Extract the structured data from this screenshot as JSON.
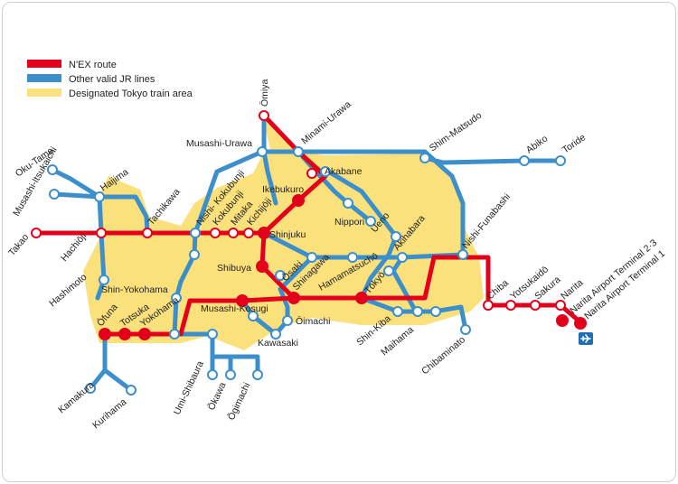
{
  "legend": {
    "nex": "N'EX route",
    "other": "Other valid JR lines",
    "area": "Designated Tokyo train area"
  },
  "colors": {
    "nex": "#e3001b",
    "other": "#3d8fcb",
    "area": "#fbe17c",
    "station_fill": "#ffffff",
    "text": "#222222",
    "airport": "#1f6fb5"
  },
  "icons": {
    "airport": "airplane-icon"
  },
  "stations": {
    "omiya": "Ōmiya",
    "minami_urawa": "Minami-Urawa",
    "musashi_urawa": "Musashi-Urawa",
    "shim_matsudo": "Shim-Matsudo",
    "abiko": "Abiko",
    "toride": "Toride",
    "oku_tama": "Oku-Tama",
    "musashi_itsukaichi": "Musashi-Itsukaichi",
    "haijima": "Haijima",
    "tachikawa": "Tachikawa",
    "nishi_kokubunji": "Nishi- Kokubunji",
    "kokubunji": "Kokubunji",
    "mitaka": "Mitaka",
    "kichijoji": "Kichijōji",
    "ikebukuro": "Ikebukuro",
    "akabane": "Akabane",
    "nippori": "Nippori",
    "ueno": "Ueno",
    "akihabara": "Akihabara",
    "nishi_funabashi": "Nishi-Funabashi",
    "takao": "Takao",
    "hachioji": "Hachiōji",
    "shinjuku": "Shinjuku",
    "shibuya": "Shibuya",
    "osaki": "Ōsaki",
    "shinagawa": "Shinagawa",
    "hamamatsucho": "Hamamatsuchō",
    "tokyo": "Tōkyō",
    "hashimoto": "Hashimoto",
    "shin_yokohama": "Shin-Yokohama",
    "musashi_kosugi": "Musashi-Kosugi",
    "oimachi": "Ōimachi",
    "kawasaki": "Kawasaki",
    "shin_kiba": "Shin-Kiba",
    "maihama": "Maihama",
    "chiba": "Chiba",
    "yotsukaido": "Yotsukaidō",
    "sakura": "Sakura",
    "narita": "Narita",
    "narita_t23": "Narita Airport Terminal 2·3",
    "narita_t1": "Narita Airport Terminal 1",
    "ofuna": "Ōfuna",
    "totsuka": "Totsuka",
    "yokohama": "Yokohama",
    "kamakura": "Kamakura",
    "kurihama": "Kurihama",
    "umi_shibaura": "Umi-Shibaura",
    "okawa": "Ōkawa",
    "ogimachi": "Ōgimachi",
    "chibaminato": "Chibaminato"
  }
}
